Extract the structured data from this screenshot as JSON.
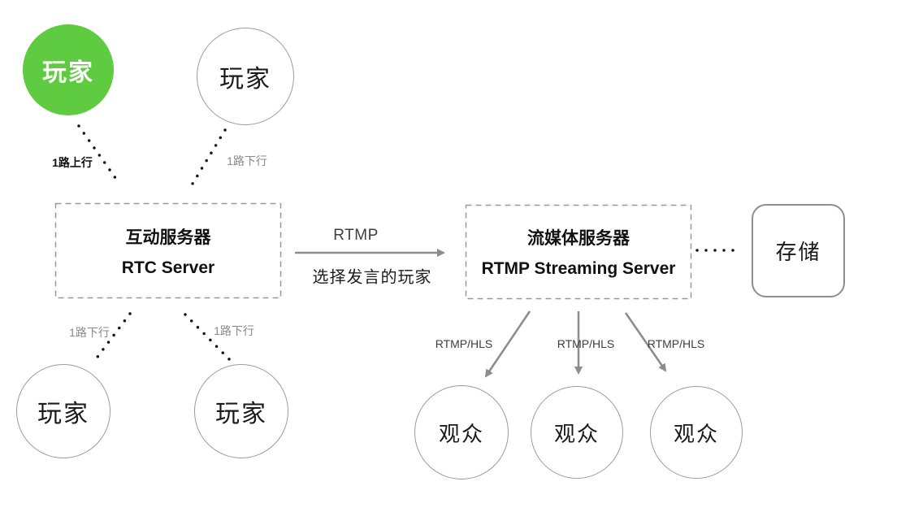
{
  "diagram": {
    "colors": {
      "green": "#5ecb40",
      "circle_border": "#9b9b9b",
      "dashed_border": "#999999",
      "storage_border": "#8e8e8e",
      "arrow": "#8b8b8b",
      "dot": "#141414"
    },
    "nodes": {
      "player_active": {
        "label": "玩家"
      },
      "player_top": {
        "label": "玩家"
      },
      "player_bottom_left": {
        "label": "玩家"
      },
      "player_bottom_right": {
        "label": "玩家"
      },
      "rtc_server": {
        "title": "互动服务器",
        "subtitle": "RTC Server"
      },
      "streaming_server": {
        "title": "流媒体服务器",
        "subtitle": "RTMP Streaming Server"
      },
      "storage": {
        "label": "存储"
      },
      "audience_left": {
        "label": "观众"
      },
      "audience_center": {
        "label": "观众"
      },
      "audience_right": {
        "label": "观众"
      }
    },
    "labels": {
      "uplink": "1路上行",
      "downlink_top": "1路下行",
      "downlink_bottom_left": "1路下行",
      "downlink_bottom_right": "1路下行",
      "rtmp": "RTMP",
      "rtmp_note": "选择发言的玩家",
      "rtmp_hls_left": "RTMP/HLS",
      "rtmp_hls_center": "RTMP/HLS",
      "rtmp_hls_right": "RTMP/HLS"
    }
  }
}
